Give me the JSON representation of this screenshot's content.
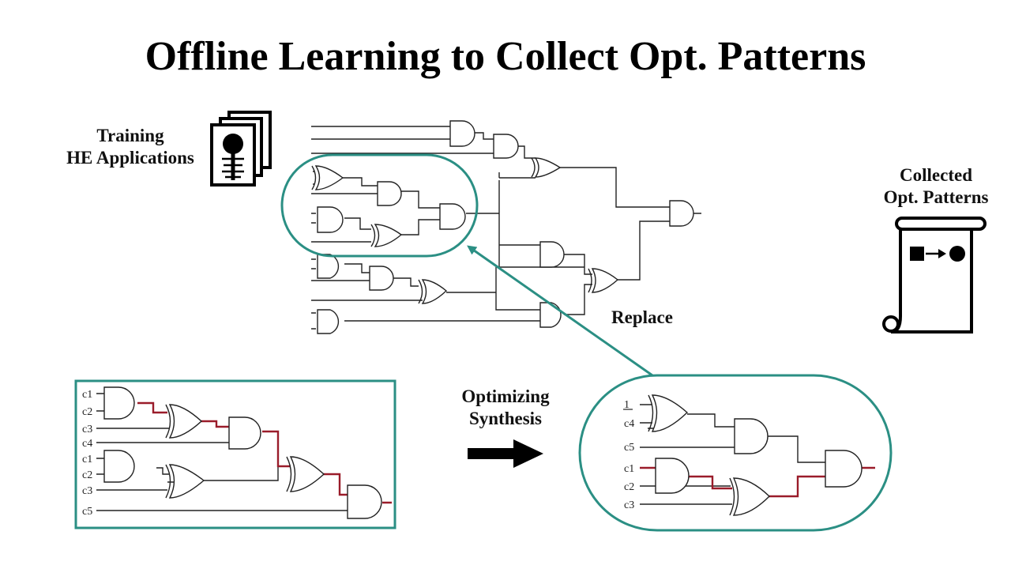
{
  "title": "Offline Learning to Collect Opt. Patterns",
  "training": {
    "line1": "Training",
    "line2": "HE Applications",
    "icon": "encrypted-documents-icon"
  },
  "collected": {
    "line1": "Collected",
    "line2": "Opt. Patterns",
    "icon": "scroll-icon"
  },
  "replace_label": "Replace",
  "synthesis": {
    "line1": "Optimizing",
    "line2": "Synthesis"
  },
  "colors": {
    "teal": "#2b8f84",
    "critical_path": "#9a1c2a",
    "ink": "#222222"
  },
  "left_circuit_inputs": [
    "c1",
    "c2",
    "c3",
    "c4",
    "c1",
    "c2",
    "c3",
    "c5"
  ],
  "right_circuit_inputs": [
    "1",
    "c4",
    "c5",
    "c1",
    "c2",
    "c3"
  ]
}
